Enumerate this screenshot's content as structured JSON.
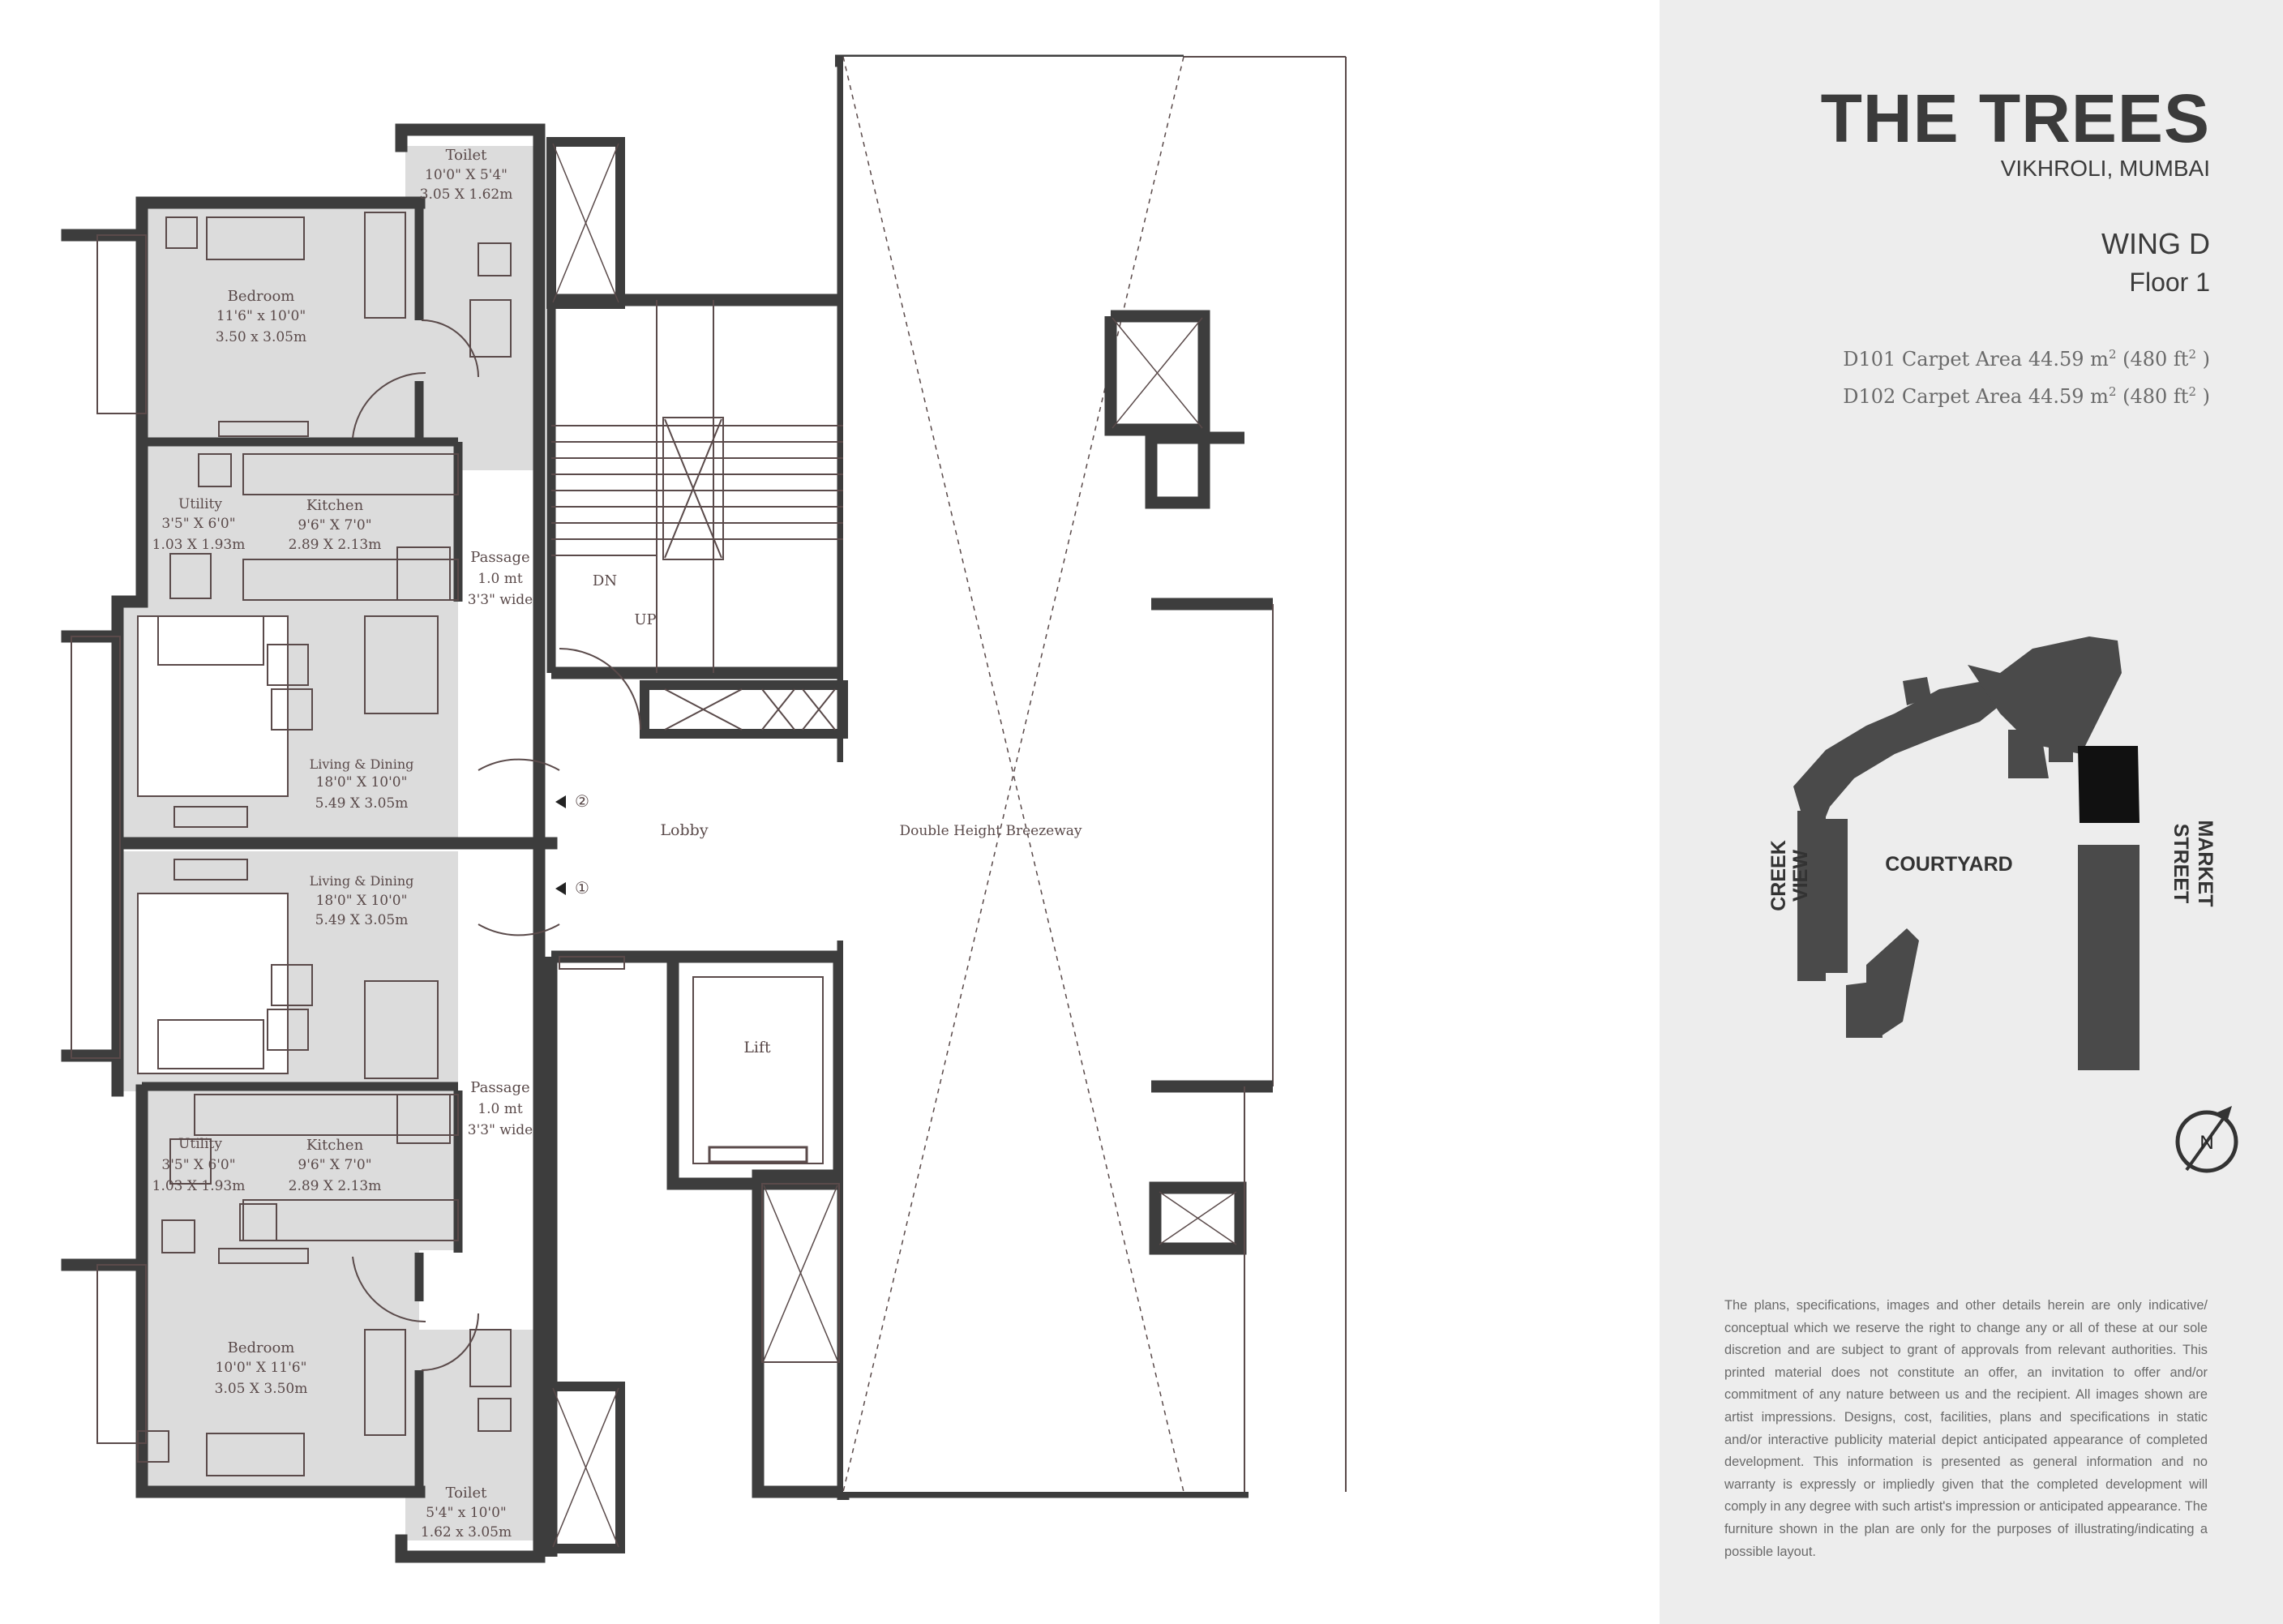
{
  "project": {
    "title": "THE TREES",
    "location": "VIKHROLI, MUMBAI",
    "wing": "WING D",
    "floor": "Floor 1"
  },
  "units": [
    {
      "id": "D101",
      "label": "D101 Carpet Area",
      "area_m2": "44.59 m",
      "area_ft2": "(480 ft",
      "sup": "2",
      "close": " )"
    },
    {
      "id": "D102",
      "label": "D102 Carpet Area",
      "area_m2": "44.59 m",
      "area_ft2": "(480 ft",
      "sup": "2",
      "close": " )"
    }
  ],
  "rooms": {
    "toilet_top": {
      "name": "Toilet",
      "dim_ft": "10'0\" X 5'4\"",
      "dim_m": "3.05 X 1.62m"
    },
    "bedroom_top": {
      "name": "Bedroom",
      "dim_ft": "11'6\" x 10'0\"",
      "dim_m": "3.50 x 3.05m"
    },
    "kitchen_top": {
      "name": "Kitchen",
      "dim_ft": "9'6\" X 7'0\"",
      "dim_m": "2.89 X 2.13m"
    },
    "utility_top": {
      "name": "Utility",
      "dim_ft": "3'5\" X 6'0\"",
      "dim_m": "1.03 X 1.93m"
    },
    "passage_top": {
      "name": "Passage",
      "dim_m": "1.0 mt",
      "dim_ft": "3'3\" wide"
    },
    "living_top": {
      "name": "Living & Dining",
      "dim_ft": "18'0\" X 10'0\"",
      "dim_m": "5.49 X 3.05m"
    },
    "living_bottom": {
      "name": "Living & Dining",
      "dim_ft": "18'0\" X 10'0\"",
      "dim_m": "5.49 X 3.05m"
    },
    "passage_bottom": {
      "name": "Passage",
      "dim_m": "1.0 mt",
      "dim_ft": "3'3\" wide"
    },
    "kitchen_bottom": {
      "name": "Kitchen",
      "dim_ft": "9'6\" X 7'0\"",
      "dim_m": "2.89 X 2.13m"
    },
    "utility_bottom": {
      "name": "Utility",
      "dim_ft": "3'5\" X 6'0\"",
      "dim_m": "1.03 X 1.93m"
    },
    "bedroom_bottom": {
      "name": "Bedroom",
      "dim_ft": "10'0\" X 11'6\"",
      "dim_m": "3.05 X 3.50m"
    },
    "toilet_bottom": {
      "name": "Toilet",
      "dim_ft": "5'4\" x 10'0\"",
      "dim_m": "1.62 x 3.05m"
    }
  },
  "core": {
    "stairs_dn": "DN",
    "stairs_up": "UP",
    "lobby": "Lobby",
    "lift": "Lift",
    "breezeway": "Double Height Breezeway",
    "door_1": "①",
    "door_2": "②"
  },
  "keymap": {
    "creek_line1": "CREEK",
    "creek_line2": "VIEW",
    "courtyard": "COURTYARD",
    "market_line1": "MARKET",
    "market_line2": "STREET",
    "north": "N"
  },
  "disclaimer": "The plans, specifications, images and other details herein are only indicative/ conceptual which we reserve the right to change any or all of these at our sole discretion and are subject to grant of approvals from relevant authorities. This printed material does not constitute an offer, an invitation to offer and/or commitment of any nature between us and the recipient. All images shown are artist impressions. Designs, cost, facilities, plans and specifications in static and/or interactive publicity material depict anticipated appearance of completed development. This information is presented as general information and no warranty is expressly or impliedly given that the completed development will comply in any degree with such artist's impression or anticipated appearance. The furniture shown in the plan are only for the purposes of illustrating/indicating a possible layout.",
  "colors": {
    "wall": "#3d3d3d",
    "room_fill": "#dcdcdc",
    "sidebar_bg": "#ededed",
    "unit_highlight": "#111111",
    "keymap_block": "#4a4a4a"
  }
}
